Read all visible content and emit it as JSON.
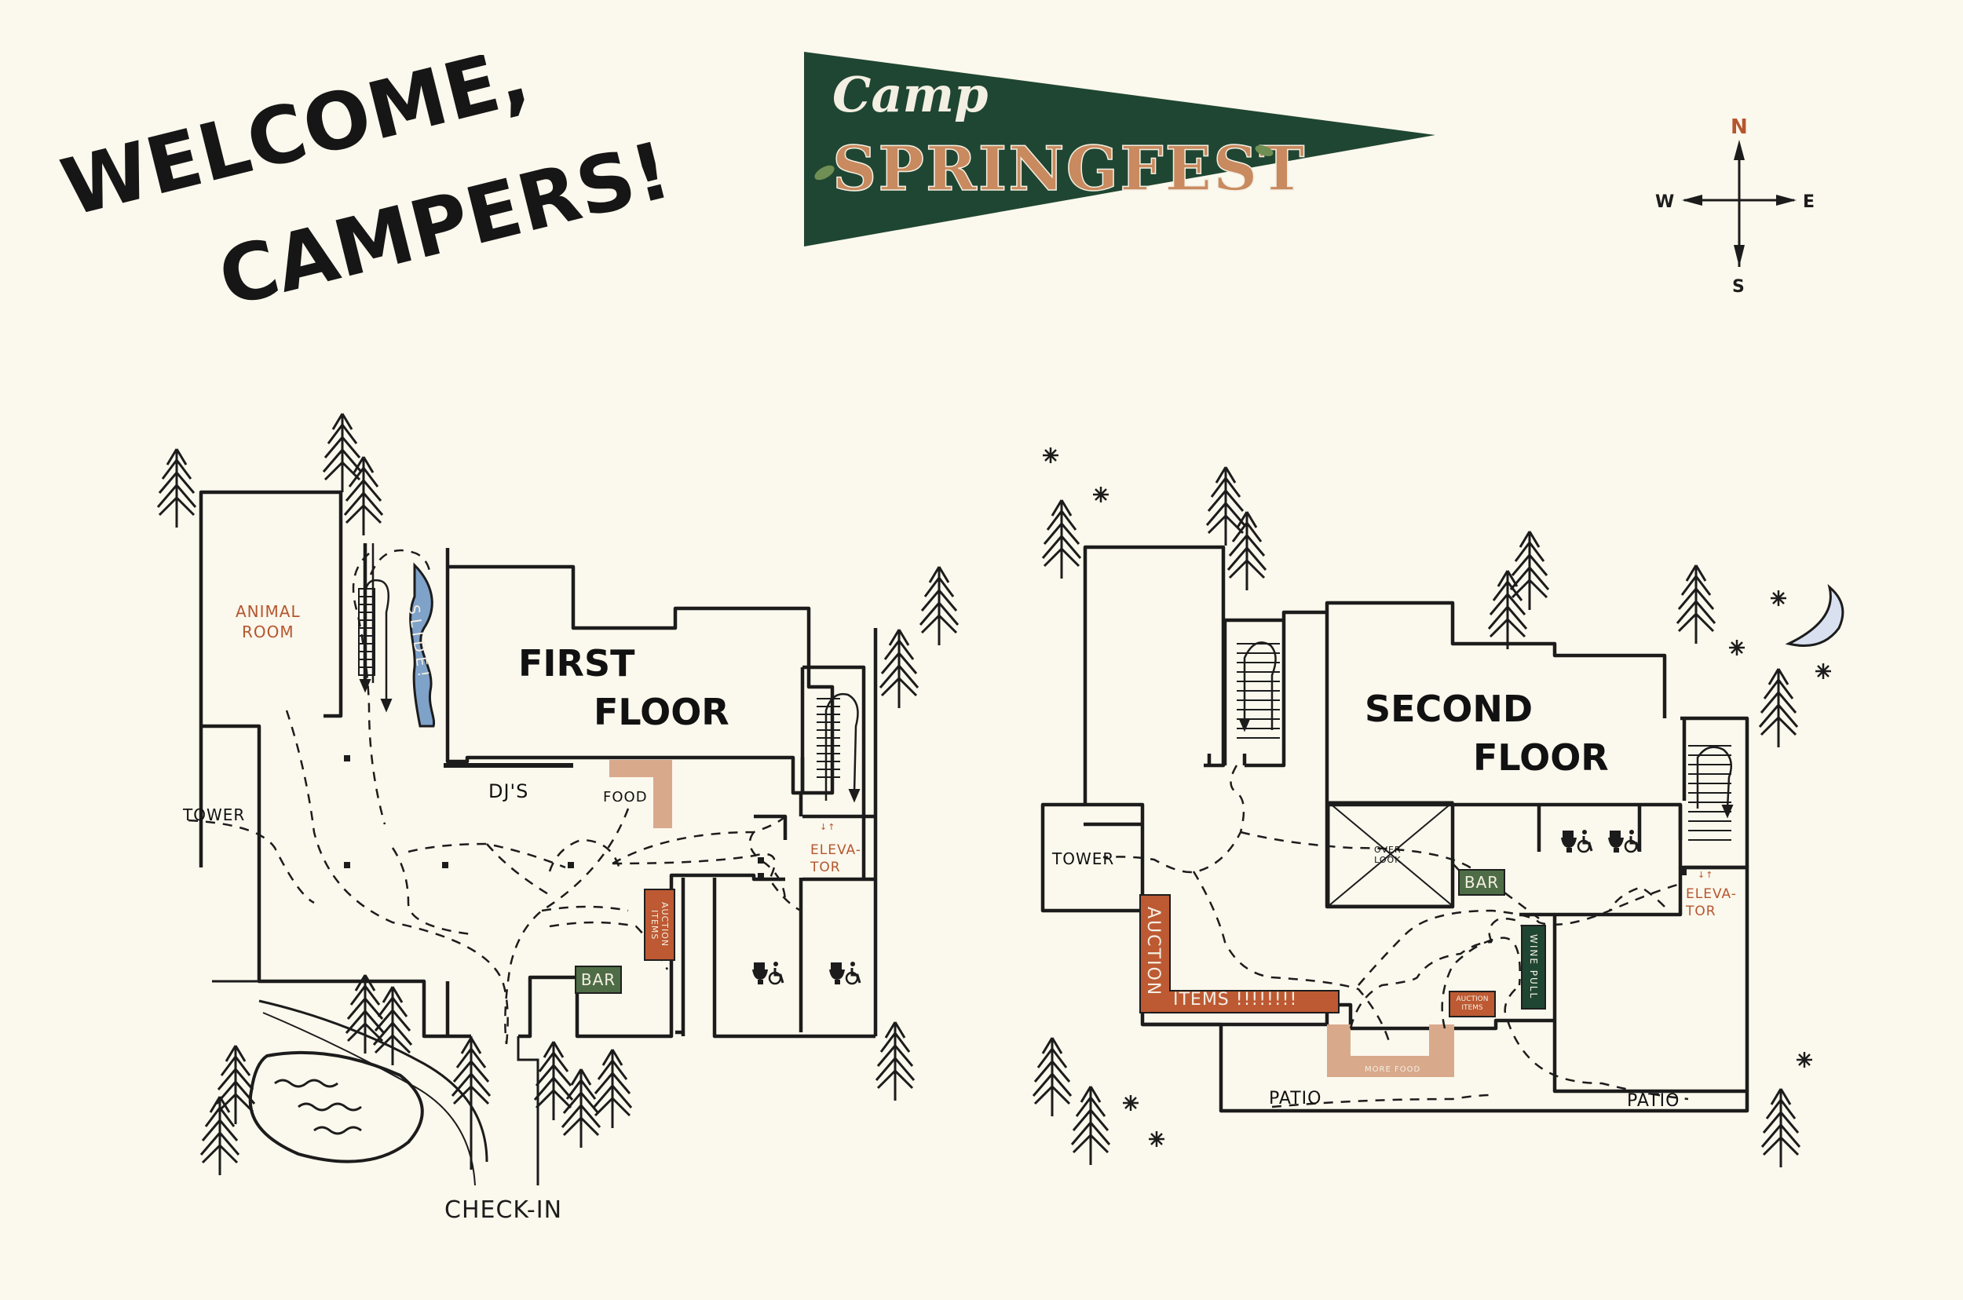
{
  "welcome": {
    "line1": "WELCOME,",
    "line2": "CAMPERS!"
  },
  "pennant": {
    "script": "Camp",
    "title": "SPRINGFEST",
    "bg_color": "#1f4632"
  },
  "compass": {
    "n": "N",
    "e": "E",
    "s": "S",
    "w": "W",
    "north_color": "#b5562e"
  },
  "first_floor": {
    "title_line1": "FIRST",
    "title_line2": "FLOOR",
    "animal_room": "ANIMAL\nROOM",
    "tower": "TOWER",
    "djs": "DJ'S",
    "food": "FOOD",
    "elevator": "ELEVA-\nTOR",
    "elevator_arrows": "↓↑",
    "auction_items": "AUCTION\nITEMS",
    "bar": "BAR",
    "slide": "SLIDE!",
    "check_in": "CHECK-IN"
  },
  "second_floor": {
    "title_line1": "SECOND",
    "title_line2": "FLOOR",
    "tower": "TOWER",
    "overlook": "OVER\nLOOK",
    "bar": "BAR",
    "elevator": "ELEVA-\nTOR",
    "elevator_arrows": "↓↑",
    "auction_vertical": "AUCTION",
    "auction_horizontal": "ITEMS !!!!!!!!",
    "wine_pull": "WINE PULL",
    "auction_items_small": "AUCTION\nITEMS",
    "more_food": "MORE FOOD",
    "patio_left": "PATIO",
    "patio_right": "PATIO"
  },
  "colors": {
    "ink": "#1c1c1c",
    "paper": "#fbf8ed",
    "rust": "#bd5a33",
    "green": "#4e6d46",
    "slide_blue": "#7fa2c9",
    "tan": "#d9a98c"
  }
}
